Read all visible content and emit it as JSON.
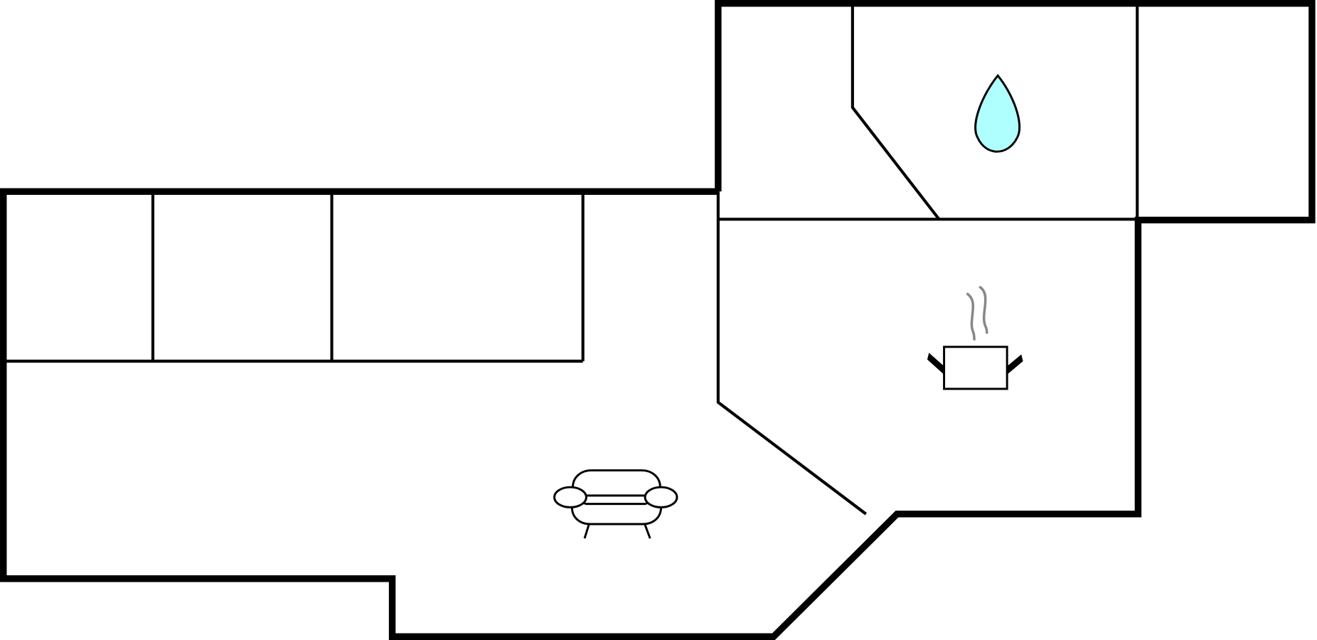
{
  "floorplan": {
    "rooms": [
      {
        "name": "bathroom",
        "icon": "water-drop-icon"
      },
      {
        "name": "kitchen",
        "icon": "cooking-pot-icon"
      },
      {
        "name": "living-room",
        "icon": "sofa-icon"
      }
    ],
    "colors": {
      "wall": "#000000",
      "water_drop_fill": "#b0ffff",
      "steam": "#888888",
      "background": "#ffffff"
    }
  }
}
